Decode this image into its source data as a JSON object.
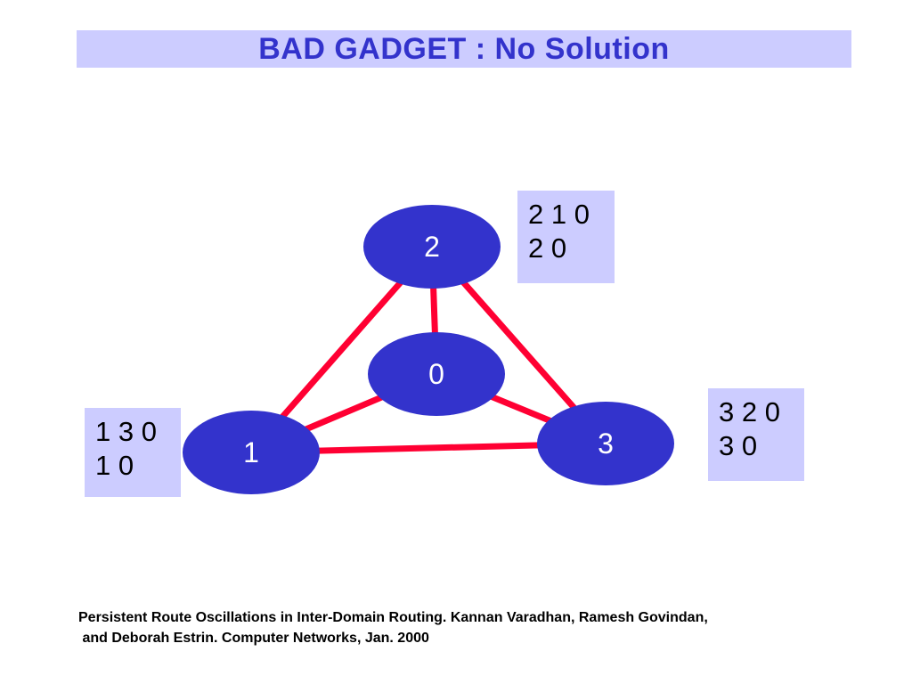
{
  "slide": {
    "title": "BAD GADGET : No Solution"
  },
  "colors": {
    "title_bg": "#ccccff",
    "title_text": "#3333cc",
    "node_fill": "#3333cc",
    "node_text": "#ffffff",
    "edge": "#ff0033",
    "path_box_bg": "#ccccff"
  },
  "graph": {
    "nodes": [
      {
        "id": "0",
        "label": "0"
      },
      {
        "id": "1",
        "label": "1"
      },
      {
        "id": "2",
        "label": "2"
      },
      {
        "id": "3",
        "label": "3"
      }
    ],
    "edges": [
      {
        "from": "2",
        "to": "0"
      },
      {
        "from": "2",
        "to": "1"
      },
      {
        "from": "2",
        "to": "3"
      },
      {
        "from": "1",
        "to": "0"
      },
      {
        "from": "3",
        "to": "0"
      },
      {
        "from": "1",
        "to": "3"
      }
    ]
  },
  "path_preferences": {
    "node2": {
      "line1": "2 1 0",
      "line2": "2 0"
    },
    "node3": {
      "line1": "3 2 0",
      "line2": "3 0"
    },
    "node1": {
      "line1": "1 3 0",
      "line2": "1 0"
    }
  },
  "caption": {
    "line1": "Persistent Route Oscillations in Inter-Domain Routing. Kannan Varadhan, Ramesh Govindan,",
    "line2": " and Deborah Estrin. Computer Networks, Jan. 2000"
  }
}
